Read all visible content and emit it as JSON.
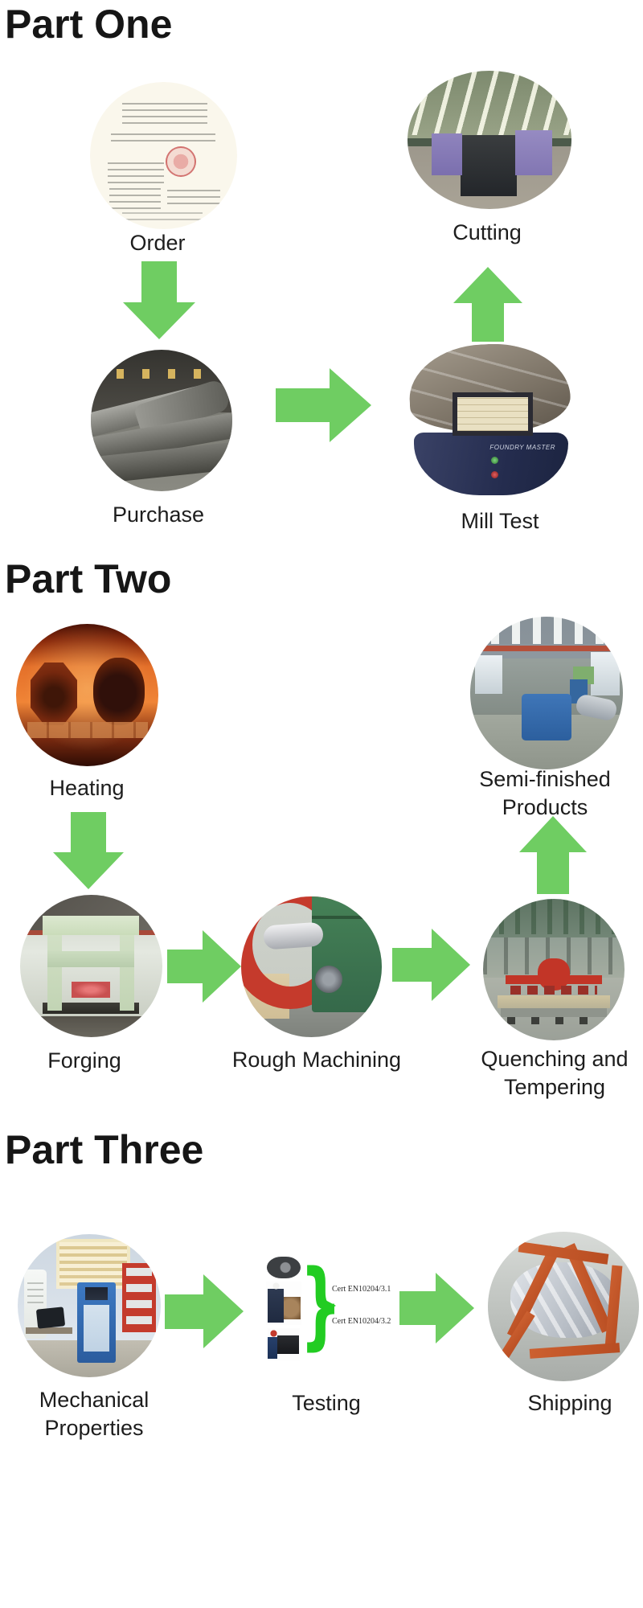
{
  "colors": {
    "arrow_green": "#6fcd62",
    "brace_green": "#22cc22",
    "text": "#1d1d1d"
  },
  "sections": [
    {
      "id": "part-one",
      "title": "Part One",
      "nodes": [
        {
          "label": "Order"
        },
        {
          "label": "Cutting"
        },
        {
          "label": "Purchase"
        },
        {
          "label": "Mill Test",
          "machine_text": "FOUNDRY MASTER"
        }
      ]
    },
    {
      "id": "part-two",
      "title": "Part Two",
      "nodes": [
        {
          "label": "Heating"
        },
        {
          "label_line1": "Semi-finished",
          "label_line2": "Products"
        },
        {
          "label": "Forging"
        },
        {
          "label": "Rough Machining"
        },
        {
          "label_line1": "Quenching and",
          "label_line2": "Tempering"
        }
      ]
    },
    {
      "id": "part-three",
      "title": "Part Three",
      "nodes": [
        {
          "label_line1": "Mechanical",
          "label_line2": "Properties"
        },
        {
          "label": "Testing"
        },
        {
          "label": "Shipping"
        }
      ]
    }
  ],
  "testing_figure": {
    "cert_lines": [
      "Cert EN10204/3.1",
      "Cert EN10204/3.2"
    ]
  }
}
